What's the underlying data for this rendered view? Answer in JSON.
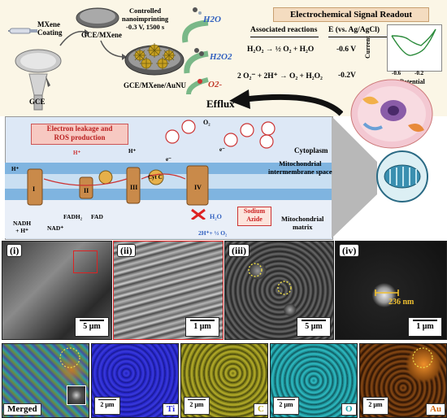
{
  "top": {
    "mxene_coating": "MXene\nCoating",
    "gce": "GCE",
    "gce_mxene": "GCE/MXene",
    "imprint": "Controlled\nnanoimprinting\n-0.3 V, 1500 s",
    "gce_mxene_aunu": "GCE/MXene/AuNU",
    "species": [
      "H2O",
      "H2O2",
      "O2-"
    ],
    "efflux": "Efflux",
    "readout_title": "Electrochemical Signal Readout",
    "assoc_header": "Associated reactions",
    "e_header": "E (vs. Ag/AgCl)",
    "reaction1": "H₂O₂ → ½ O₂ + H₂O",
    "reaction1_e": "-0.6 V",
    "reaction2": "2 O₂⁻ + 2H⁺ → O₂ + H₂O₂",
    "reaction2_e": "-0.2V",
    "cv_ylabel": "Current",
    "cv_xlabel": "Potential",
    "cv_tick1": "-0.6",
    "cv_tick2": "-0.2"
  },
  "middle": {
    "leak_box": "Electron leakage and\nROS production",
    "cytoplasm": "Cytoplasm",
    "ims": "Mitochondrial\nintermembrane space",
    "matrix": "Mitochondrial\nmatrix",
    "azide": "Sodium\nAzide",
    "o2": "O₂",
    "superoxide": "O₂⁻",
    "electron": "e⁻",
    "hplus": "H⁺",
    "complexes": [
      "I",
      "II",
      "III",
      "IV"
    ],
    "cytc": "Cyt C",
    "nadh": "NADH\n+ H⁺",
    "nad": "NAD⁺",
    "fadh2": "FADH₂",
    "fad": "FAD",
    "h2o": "H₂O",
    "half_o2": "2H⁺+ ½ O₂"
  },
  "sem": {
    "panels": [
      "(i)",
      "(ii)",
      "(iii)",
      "(iv)"
    ],
    "scales": [
      "5 μm",
      "1 μm",
      "5 μm",
      "1 μm"
    ],
    "particle_size": "236 nm"
  },
  "eds": {
    "labels": [
      "Merged",
      "Ti",
      "C",
      "O",
      "Au"
    ],
    "scale": "2 μm",
    "colors": {
      "Ti": "#2f2fe0",
      "C": "#c9c22a",
      "O": "#2fbfc6",
      "Au": "#e07d1a"
    }
  }
}
